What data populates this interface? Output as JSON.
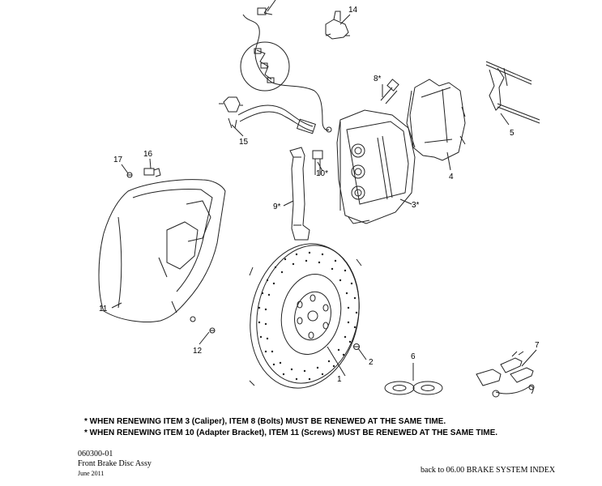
{
  "callouts": {
    "c1": "1",
    "c2": "2",
    "c3": "3*",
    "c4": "4",
    "c5": "5",
    "c6": "6",
    "c7": "7",
    "c8": "8*",
    "c9": "9*",
    "c10": "10*",
    "c11": "11",
    "c12": "12",
    "c14": "14",
    "c15": "15",
    "c16": "16",
    "c17": "17"
  },
  "notes": {
    "line1": "* WHEN RENEWING ITEM 3 (Caliper),   ITEM 8 (Bolts) MUST BE RENEWED AT THE SAME TIME.",
    "line2": "* WHEN RENEWING ITEM 10 (Adapter Bracket),  ITEM 11 (Screws) MUST BE RENEWED AT THE SAME TIME."
  },
  "footer": {
    "code": "060300-01",
    "title": "Front Brake Disc Assy",
    "date": "June 2011",
    "back_link": "back to 06.00 BRAKE SYSTEM INDEX"
  },
  "colors": {
    "line": "#222222",
    "fill": "#ffffff"
  }
}
